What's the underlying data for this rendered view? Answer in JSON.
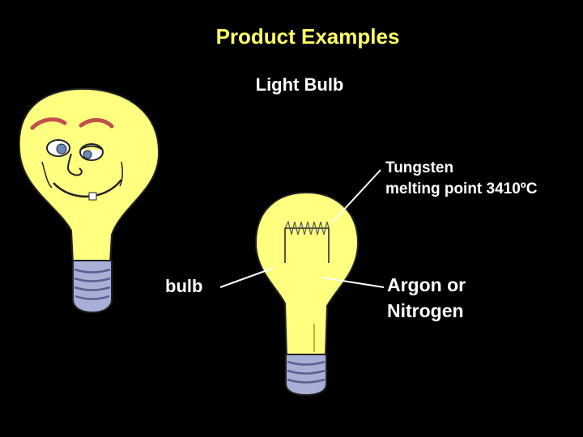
{
  "slide": {
    "title": "Product Examples",
    "subtitle": "Light Bulb",
    "labels": {
      "tungsten_line1": "Tungsten",
      "tungsten_line2": "melting point 3410ºC",
      "gas_line1": "Argon or",
      "gas_line2": "Nitrogen",
      "bulb": "bulb"
    }
  },
  "colors": {
    "background": "#000000",
    "title": "#ffff66",
    "text": "#ffffff",
    "bulb_glass": "#ffff80",
    "bulb_outline": "#222222",
    "base_metal": "#a8b0d8",
    "eyebrows": "#c0504d"
  },
  "icons": [
    "cartoon-light-bulb-icon",
    "light-bulb-diagram-icon"
  ]
}
